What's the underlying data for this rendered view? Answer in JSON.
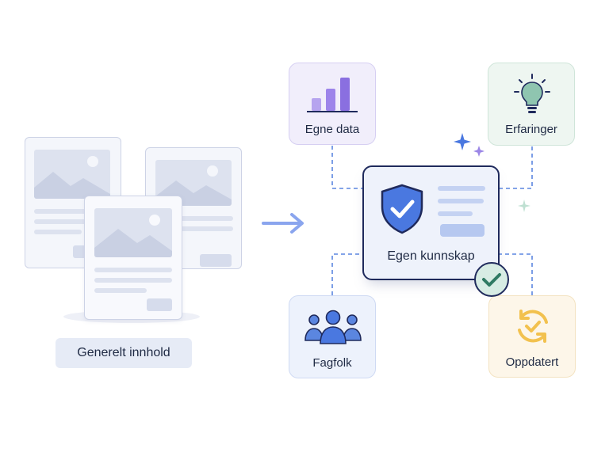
{
  "left": {
    "label": "Generelt innhold"
  },
  "center": {
    "label": "Egen kunnskap"
  },
  "sources": {
    "egne_data": {
      "label": "Egne data",
      "icon": "bar-chart-icon",
      "color": "#8b6fe0"
    },
    "erfaringer": {
      "label": "Erfaringer",
      "icon": "lightbulb-icon",
      "color": "#6fae99"
    },
    "fagfolk": {
      "label": "Fagfolk",
      "icon": "people-icon",
      "color": "#4a78e0"
    },
    "oppdatert": {
      "label": "Oppdatert",
      "icon": "refresh-check-icon",
      "color": "#f2c14e"
    }
  },
  "colors": {
    "navy": "#1f2a5c",
    "blue_accent": "#4a78e0",
    "green_check": "#2f7a63"
  }
}
